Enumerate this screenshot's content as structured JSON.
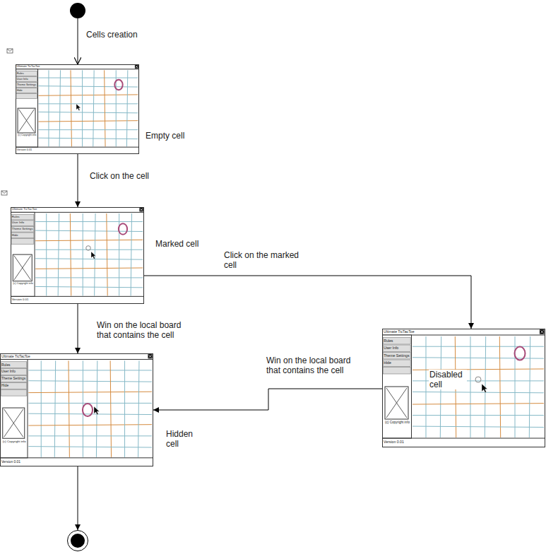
{
  "diagram": {
    "nodes": [
      {
        "text": []
      },
      {
        "text": [
          "Ultimate TicTacToe",
          "Rules",
          "User Info",
          "Theme Settings",
          "Hide",
          "(c) Copyright info",
          "Version 0.01",
          "Empty cell"
        ]
      },
      {
        "text": [
          "Ultimate TicTacToe",
          "Rules",
          "User Info",
          "Theme Settings",
          "Hide",
          "(c) Copyright info",
          "Version 0.01",
          "Marked cell"
        ]
      },
      {
        "text": [
          "Ultimate TicTacToe",
          "Rules",
          "User Info",
          "Theme Settings",
          "Hide",
          "(c) Copyright info",
          "Version 0.01",
          "Disabled cell"
        ]
      },
      {
        "text": [
          "Ultimate TicTacToe",
          "Rules",
          "User Info",
          "Theme Settings",
          "Hide",
          "(c) Copyright info",
          "Version 0.01",
          "Hidden cell"
        ]
      },
      {
        "text": []
      }
    ],
    "edges": [
      {
        "from": 0,
        "to": 1,
        "label": "Cells creation",
        "arrow": "to"
      },
      {
        "from": 1,
        "to": 2,
        "label": "Click on the cell",
        "arrow": "to"
      },
      {
        "from": 2,
        "to": 3,
        "label": "Click on the marked cell",
        "arrow": "to"
      },
      {
        "from": 2,
        "to": 4,
        "label": "Win on the local board that contains the cell",
        "arrow": "to"
      },
      {
        "from": 3,
        "to": 4,
        "label": "Win on the local board that contains the cell",
        "arrow": "to"
      },
      {
        "from": 4,
        "to": 5,
        "arrow": "to"
      }
    ]
  }
}
